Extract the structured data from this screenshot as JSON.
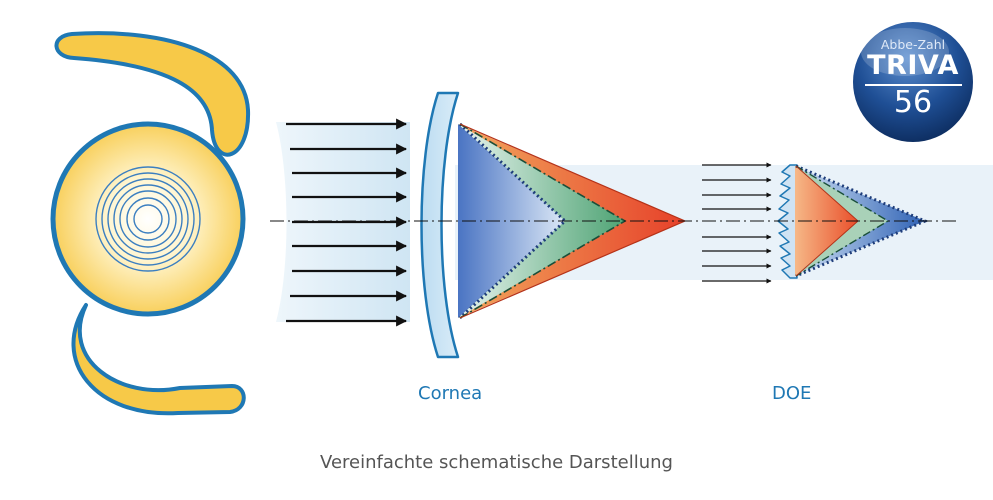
{
  "labels": {
    "cornea": "Cornea",
    "doe": "DOE"
  },
  "caption": "Vereinfachte schematische Darstellung",
  "badge": {
    "top_text": "Abbe-Zahl",
    "brand": "TRIVA",
    "number": "56"
  },
  "colors": {
    "accent_blue": "#1f78b4",
    "lens_yellow": "#f7c948",
    "prism_blue": "#3f74c4",
    "prism_green": "#5ba67b",
    "prism_red": "#e94e2a",
    "badge_blue": "#1d4e93"
  }
}
